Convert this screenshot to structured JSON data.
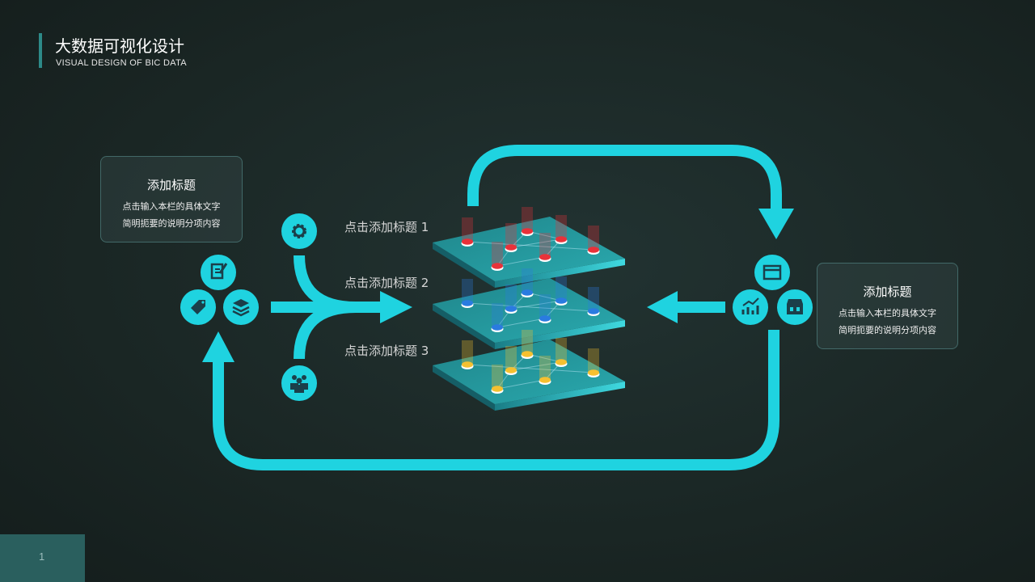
{
  "header": {
    "title": "大数据可视化设计",
    "subtitle": "VISUAL DESIGN OF BIC DATA"
  },
  "left_card": {
    "title": "添加标题",
    "line1": "点击输入本栏的具体文字",
    "line2": "简明扼要的说明分项内容"
  },
  "right_card": {
    "title": "添加标题",
    "line1": "点击输入本栏的具体文字",
    "line2": "简明扼要的说明分项内容"
  },
  "layers": [
    {
      "label": "点击添加标题 1",
      "color": "#e8323a"
    },
    {
      "label": "点击添加标题 2",
      "color": "#2a7be0"
    },
    {
      "label": "点击添加标题 3",
      "color": "#f5c030"
    }
  ],
  "colors": {
    "accent": "#1fd3e0",
    "icon": "#1b3f4a"
  },
  "footer": {
    "page": "1"
  }
}
